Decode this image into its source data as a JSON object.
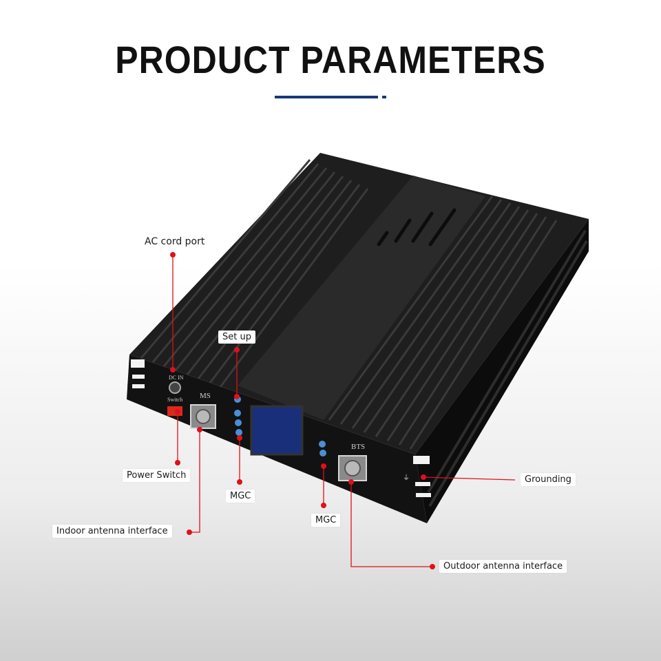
{
  "header": {
    "title": "PRODUCT PARAMETERS"
  },
  "device": {
    "port_labels": {
      "dc_in": "DC IN",
      "switch": "Switch",
      "ms": "MS",
      "bts": "BTS"
    }
  },
  "callouts": {
    "ac_cord_port": "AC cord port",
    "set_up": "Set up",
    "power_switch": "Power Switch",
    "mgc_left": "MGC",
    "mgc_right": "MGC",
    "indoor_antenna": "Indoor antenna interface",
    "grounding": "Grounding",
    "outdoor_antenna": "Outdoor antenna interface"
  },
  "colors": {
    "accent_red": "#e0101a",
    "rule_blue": "#163a78",
    "device_black": "#141414"
  }
}
